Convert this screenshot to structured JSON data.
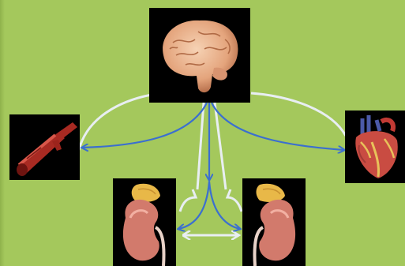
{
  "diagram": {
    "nodes": [
      {
        "id": "brain",
        "icon": "brain-icon"
      },
      {
        "id": "blood-vessel",
        "icon": "blood-vessel-icon"
      },
      {
        "id": "heart",
        "icon": "heart-icon"
      },
      {
        "id": "kidney-left",
        "icon": "kidney-adrenal-icon"
      },
      {
        "id": "kidney-right",
        "icon": "kidney-adrenal-icon"
      }
    ],
    "connections": [
      {
        "from": "brain",
        "to": "blood-vessel",
        "color": "#3b6fd0",
        "style": "arrow"
      },
      {
        "from": "brain",
        "to": "heart",
        "color": "#3b6fd0",
        "style": "arrow"
      },
      {
        "from": "brain",
        "to": "kidney-left",
        "color": "#3b6fd0",
        "style": "arrow"
      },
      {
        "from": "brain",
        "to": "kidney-right",
        "color": "#3b6fd0",
        "style": "arrow"
      },
      {
        "from": "blood-vessel",
        "to": "brain",
        "color": "#e8eef2",
        "style": "feedback"
      },
      {
        "from": "heart",
        "to": "brain",
        "color": "#e8eef2",
        "style": "feedback"
      },
      {
        "from": "kidney-left",
        "to": "brain",
        "color": "#e8eef2",
        "style": "feedback"
      },
      {
        "from": "kidney-right",
        "to": "brain",
        "color": "#e8eef2",
        "style": "feedback"
      },
      {
        "from": "kidney-left",
        "to": "kidney-right",
        "color": "#e8eef2",
        "style": "double-arrow"
      }
    ],
    "colors": {
      "background": "#a4c85c",
      "tile": "#000000",
      "efferent": "#3b6fd0",
      "afferent": "#e8eef2"
    }
  }
}
